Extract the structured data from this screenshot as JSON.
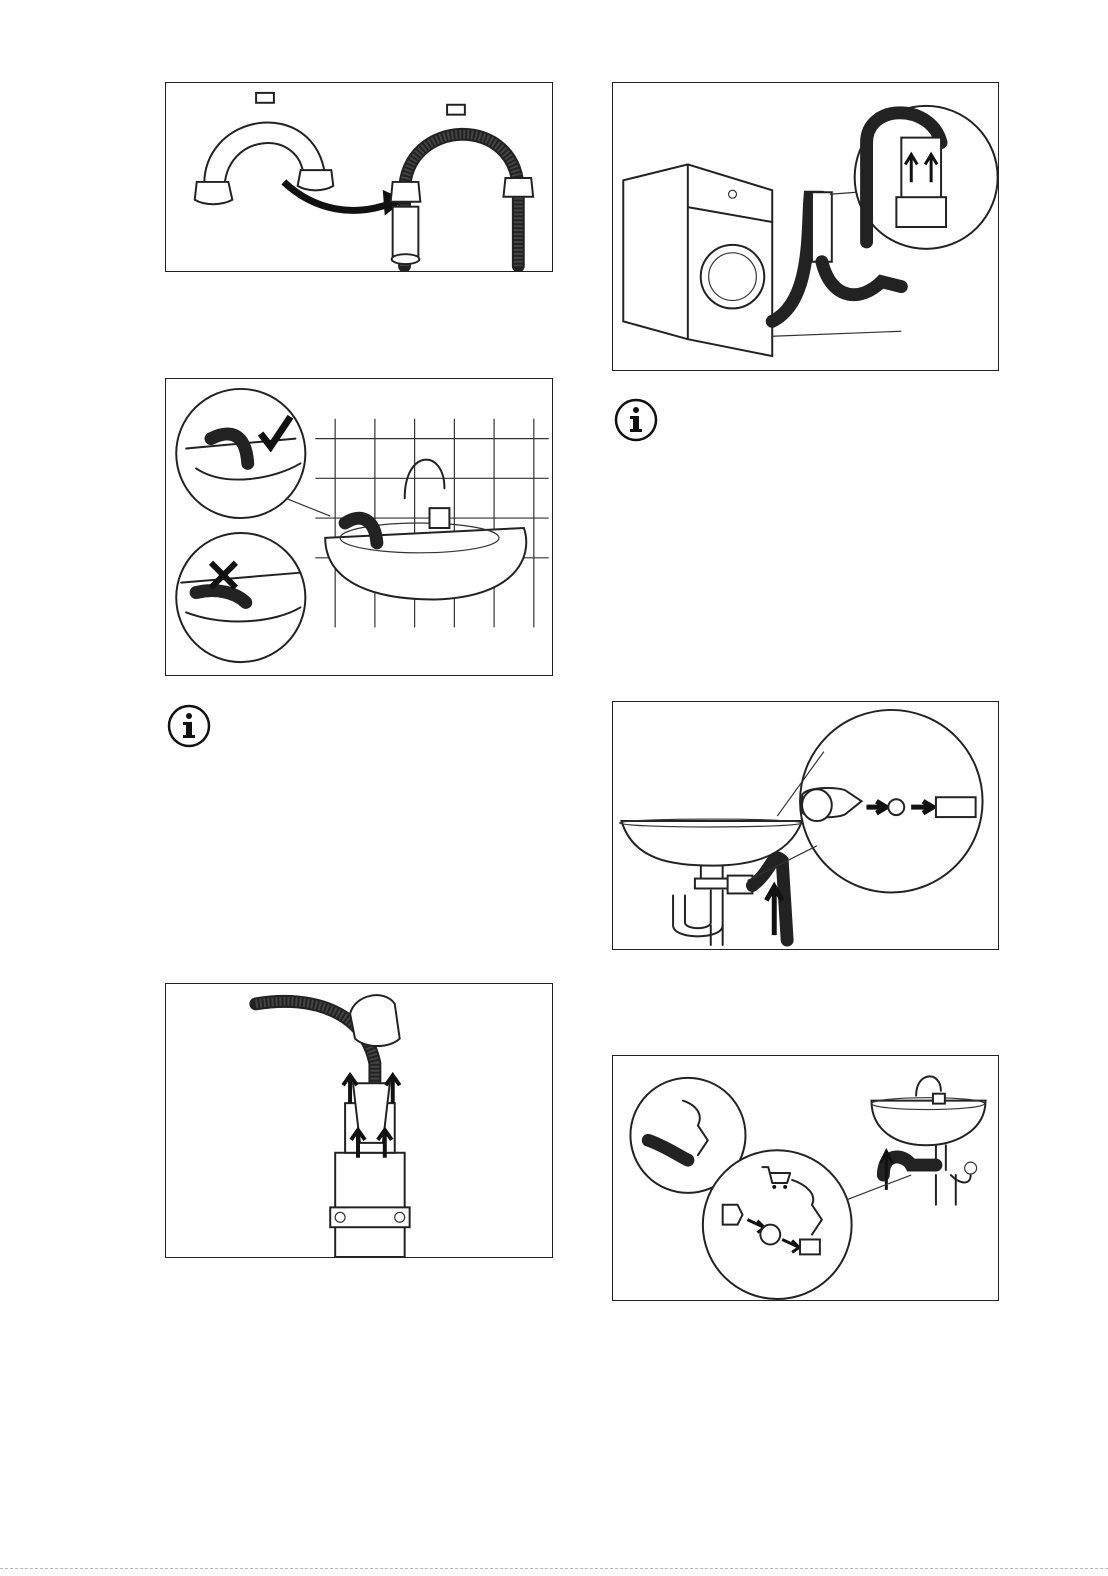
{
  "figures": [
    {
      "id": "hose-guide-fit",
      "icon": "hose-guide-illustration"
    },
    {
      "id": "sink-edge-hook",
      "icon": "sink-hook-illustration"
    },
    {
      "id": "standpipe-insert",
      "icon": "standpipe-illustration"
    },
    {
      "id": "machine-drain-pipe",
      "icon": "washer-drain-illustration"
    },
    {
      "id": "sink-trap-spigot",
      "icon": "sink-trap-illustration"
    },
    {
      "id": "sink-spigot-seal",
      "icon": "sink-spigot-illustration"
    }
  ],
  "info_icons": [
    {
      "id": "info-left",
      "symbol": "i"
    },
    {
      "id": "info-right",
      "symbol": "i"
    }
  ],
  "colors": {
    "line": "#222222",
    "background": "#ffffff",
    "border": "#222222"
  }
}
